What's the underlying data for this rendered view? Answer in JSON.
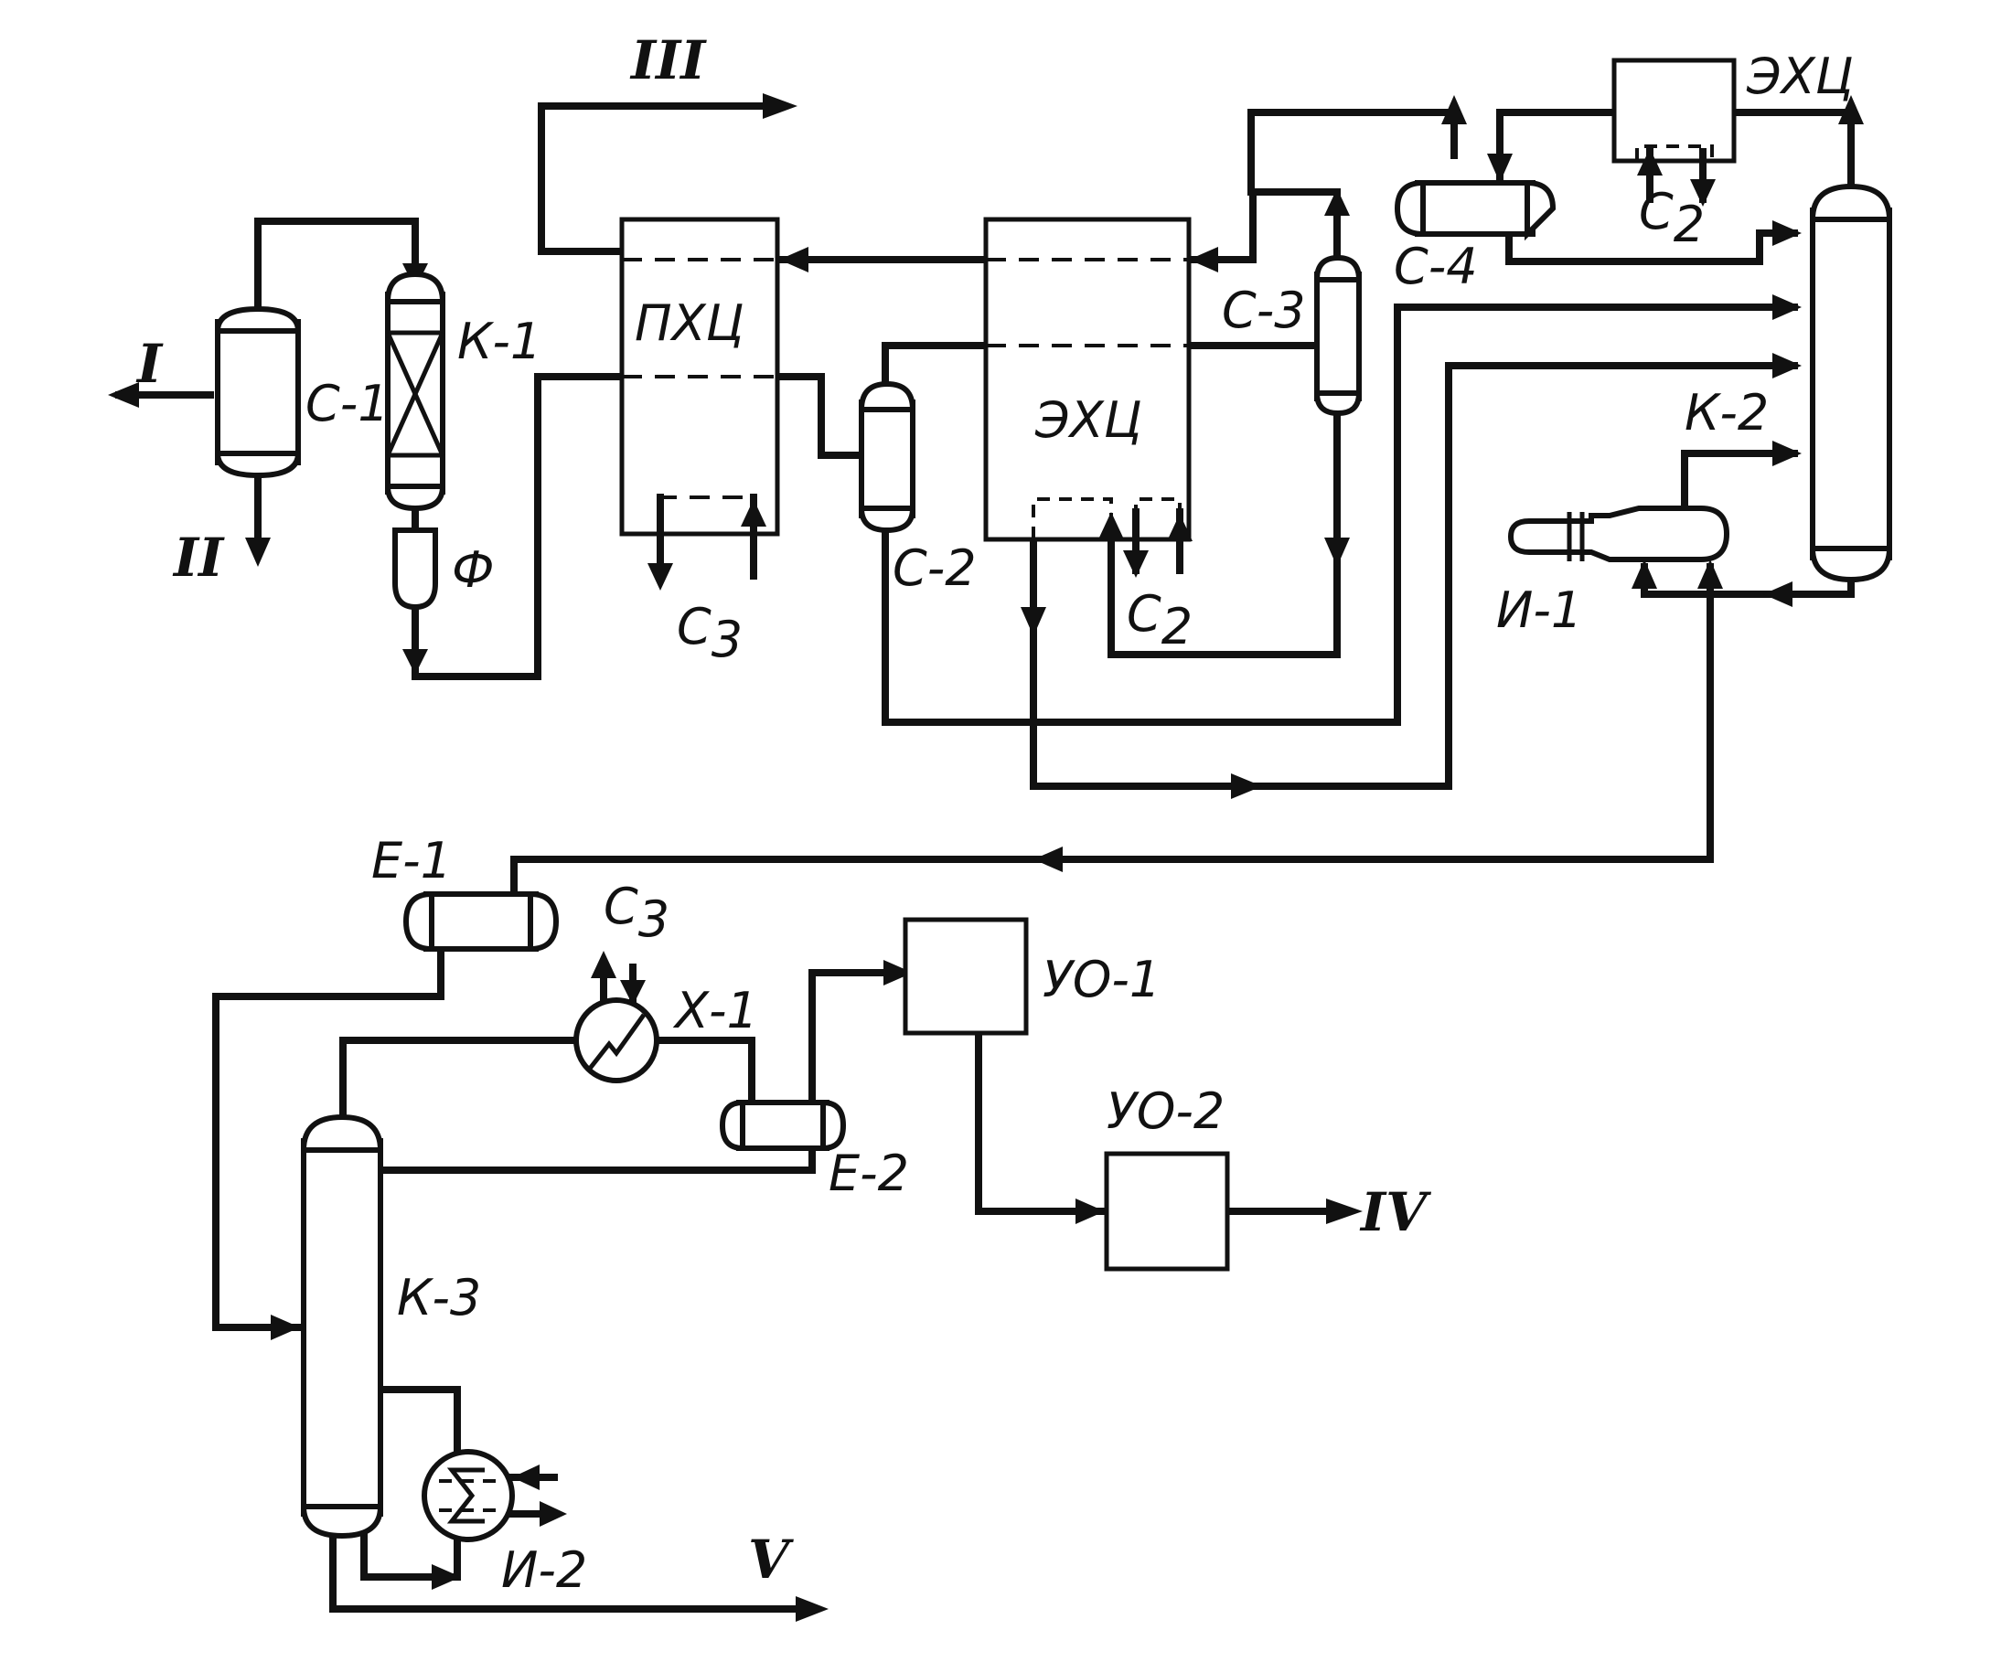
{
  "diagram": {
    "stream_labels": {
      "I": "I",
      "II": "II",
      "III": "III",
      "IV": "IV",
      "V": "V"
    },
    "equipment": {
      "c1": "С-1",
      "k1": "К-1",
      "f": "Ф",
      "pkhc": "ПХЦ",
      "c2": "С-2",
      "ekhc_main": "ЭХЦ",
      "c3": "С-3",
      "c4": "С-4",
      "ekhc_top": "ЭХЦ",
      "k2": "К-2",
      "i1": "И-1",
      "e1": "Е-1",
      "x1": "Х-1",
      "e2": "Е-2",
      "uo1": "УО-1",
      "uo2": "УО-2",
      "k3": "К-3",
      "i2": "И-2"
    },
    "coolant_labels": {
      "c3_pkhc": {
        "letter": "С",
        "sub": "3"
      },
      "c2_ekhc": {
        "letter": "С",
        "sub": "2"
      },
      "c2_top": {
        "letter": "С",
        "sub": "2"
      },
      "c3_x1": {
        "letter": "С",
        "sub": "3"
      }
    },
    "line_color": "#111111",
    "background": "#ffffff"
  }
}
